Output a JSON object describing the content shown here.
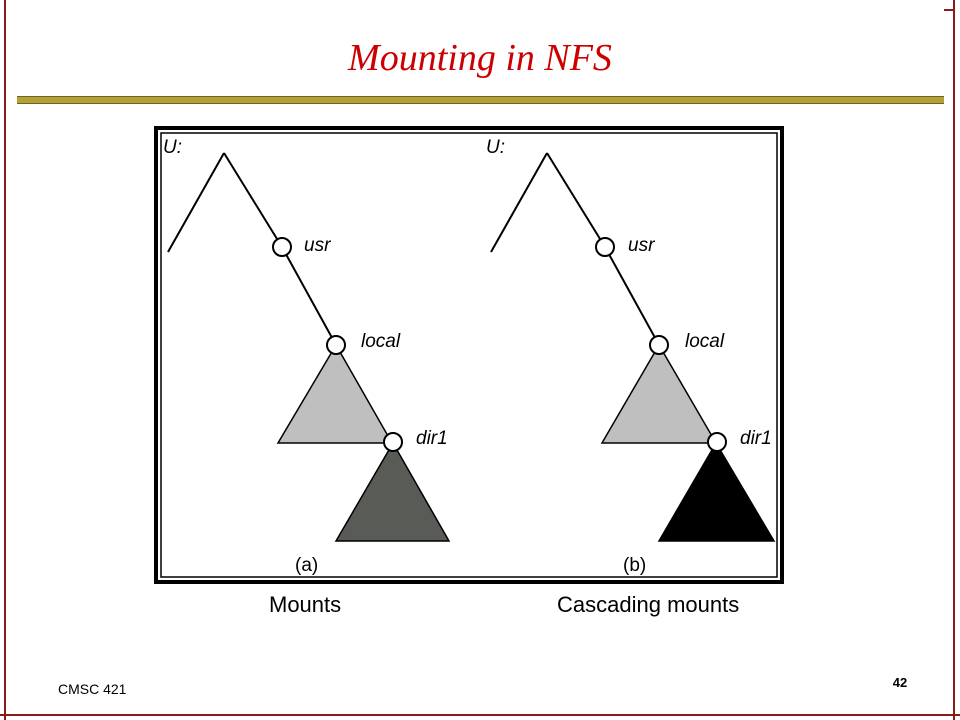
{
  "slide": {
    "title": "Mounting in NFS",
    "footer_left": "CMSC 421",
    "page_number": "42"
  },
  "diagram": {
    "panel_a": {
      "root_label": "U:",
      "nodes": [
        "usr",
        "local",
        "dir1"
      ],
      "panel_label": "(a)",
      "caption": "Mounts"
    },
    "panel_b": {
      "root_label": "U:",
      "nodes": [
        "usr",
        "local",
        "dir1"
      ],
      "panel_label": "(b)",
      "caption": "Cascading mounts"
    }
  },
  "colors": {
    "title": "#cc0000",
    "title_bar": "#b3a036",
    "border": "#8b1a1a",
    "local_subtree": "#bfbfbf",
    "mount_a_subtree": "#595b57",
    "mount_b_subtree": "#000000"
  }
}
